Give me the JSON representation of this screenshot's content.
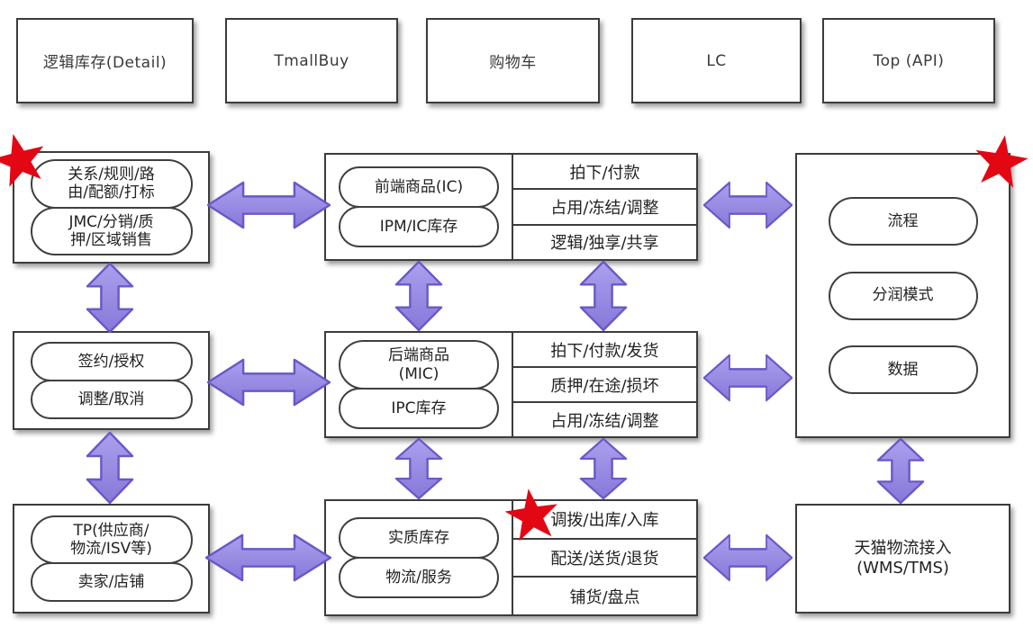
{
  "colors": {
    "arrow_fill_light": "#a79bec",
    "arrow_fill": "#8f81de",
    "arrow_stroke": "#6a58c8",
    "star_red": "#e20713",
    "box_border": "#3c3c3c"
  },
  "top_row": [
    "逻辑库存(Detail)",
    "TmallBuy",
    "购物车",
    "LC",
    "Top (API)"
  ],
  "left_column": {
    "row1": {
      "ovals": [
        "关系/规则/路\n由/配额/打标",
        "JMC/分销/质\n押/区域销售"
      ]
    },
    "row2": {
      "ovals": [
        "签约/授权",
        "调整/取消"
      ]
    },
    "row3": {
      "ovals": [
        "TP(供应商/\n物流/ISV等)",
        "卖家/店铺"
      ]
    }
  },
  "center_column": {
    "row1": {
      "ovals": [
        "前端商品(IC)",
        "IPM/IC库存"
      ],
      "cells": [
        "拍下/付款",
        "占用/冻结/调整",
        "逻辑/独享/共享"
      ]
    },
    "row2": {
      "ovals": [
        "后端商品\n(MIC)",
        "IPC库存"
      ],
      "cells": [
        "拍下/付款/发货",
        "质押/在途/损坏",
        "占用/冻结/调整"
      ]
    },
    "row3": {
      "ovals": [
        "实质库存",
        "物流/服务"
      ],
      "cells": [
        "调拨/出库/入库",
        "配送/送货/退货",
        "铺货/盘点"
      ]
    }
  },
  "right_column": {
    "main_ovals": [
      "流程",
      "分润模式",
      "数据"
    ],
    "bottom_label": "天猫物流接入\n(WMS/TMS)"
  }
}
